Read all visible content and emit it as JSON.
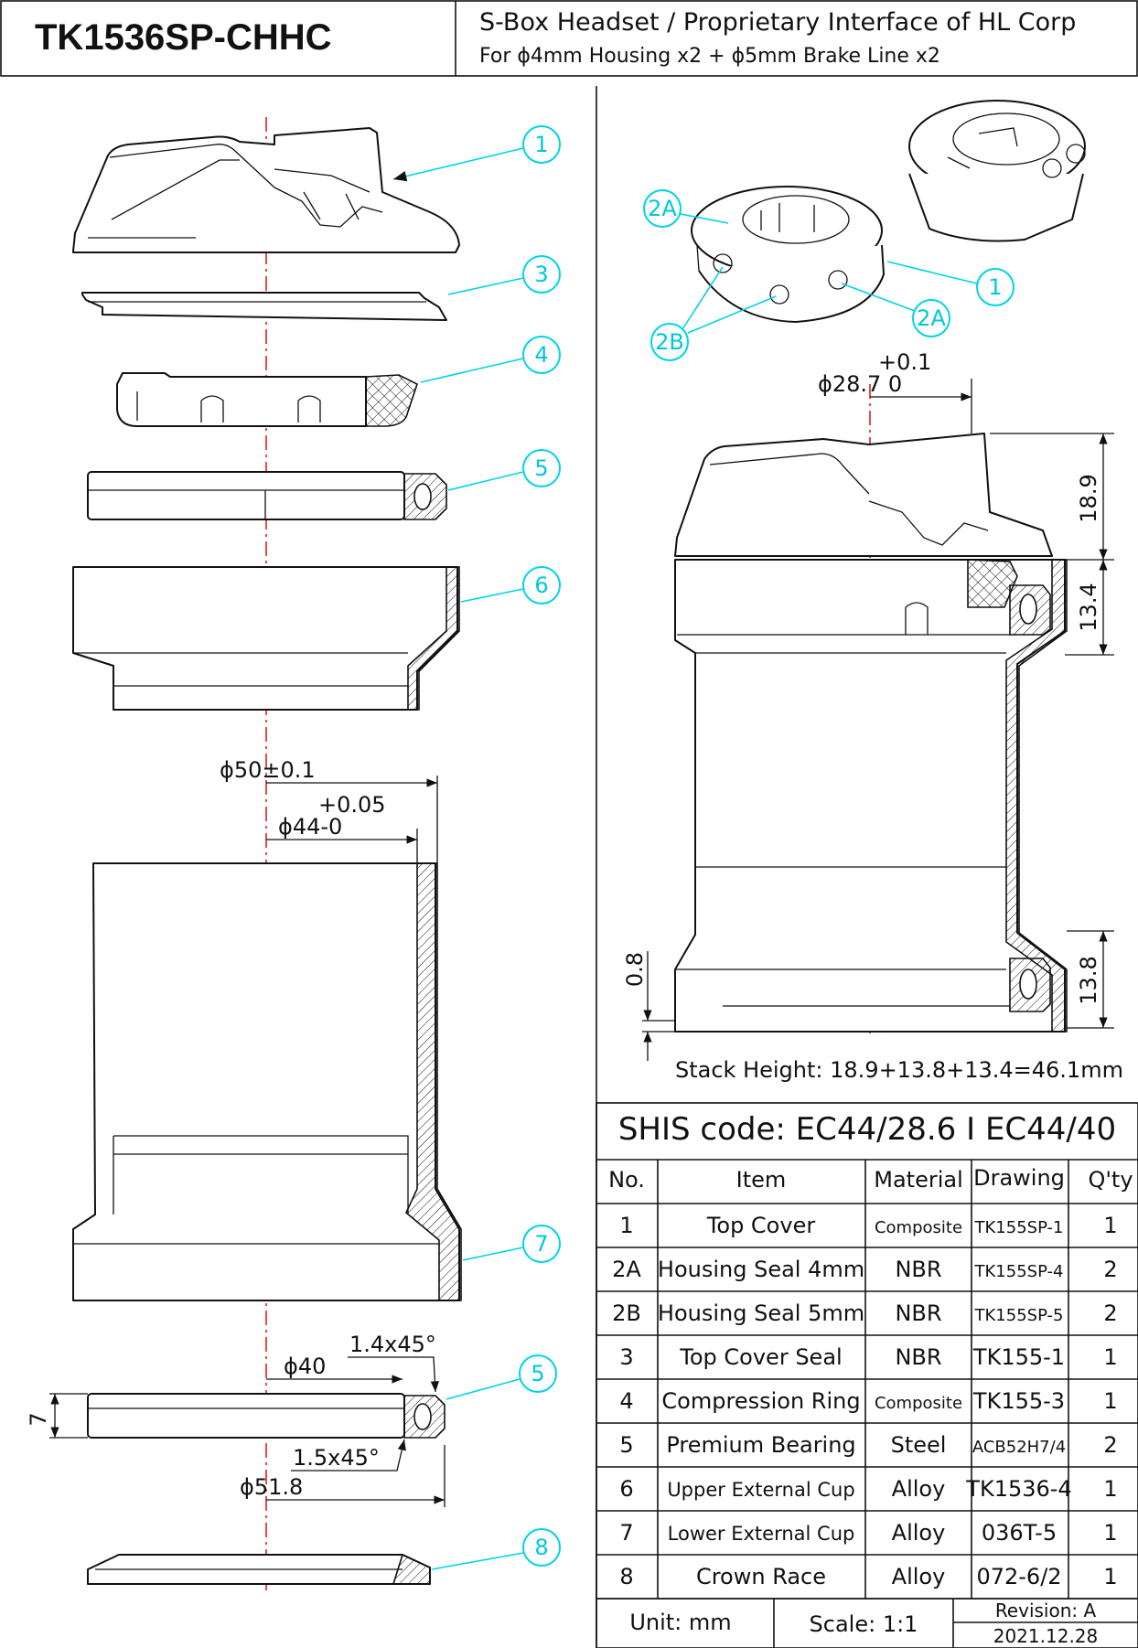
{
  "title_block": {
    "part_number": "TK1536SP-CHHC",
    "title": "S-Box Headset / Proprietary Interface of HL Corp",
    "subtitle": "For ϕ4mm Housing x2 + ϕ5mm Brake Line x2"
  },
  "balloons": {
    "b1": "1",
    "b3": "3",
    "b4": "4",
    "b5": "5",
    "b6": "6",
    "b7": "7",
    "b5b": "5",
    "b8": "8",
    "iso_1": "1",
    "iso_2A_top": "2A",
    "iso_2A_bottom": "2A",
    "iso_2B": "2B"
  },
  "dimensions": {
    "d50": "ϕ50±0.1",
    "d44_tol": "+0.05",
    "d44": "ϕ44-0",
    "chamfer_top": "1.4x45°",
    "d40": "ϕ40",
    "height7": "7",
    "chamfer_bottom": "1.5x45°",
    "d51_8": "ϕ51.8",
    "d28_7_tol": "+0.1",
    "d28_7": "ϕ28.7 0",
    "h18_9": "18.9",
    "h13_4": "13.4",
    "h13_8": "13.8",
    "h0_8": "0.8",
    "stack_height": "Stack Height: 18.9+13.8+13.4=46.1mm"
  },
  "bom": {
    "shis_code": "SHIS code: EC44/28.6 I EC44/40",
    "headers": {
      "no": "No.",
      "item": "Item",
      "material": "Material",
      "drawing": "Drawing",
      "qty": "Q'ty"
    },
    "rows": [
      {
        "no": "1",
        "item": "Top Cover",
        "material": "Composite",
        "drawing": "TK155SP-1",
        "qty": "1"
      },
      {
        "no": "2A",
        "item": "Housing Seal 4mm",
        "material": "NBR",
        "drawing": "TK155SP-4",
        "qty": "2"
      },
      {
        "no": "2B",
        "item": "Housing Seal 5mm",
        "material": "NBR",
        "drawing": "TK155SP-5",
        "qty": "2"
      },
      {
        "no": "3",
        "item": "Top Cover Seal",
        "material": "NBR",
        "drawing": "TK155-1",
        "qty": "1"
      },
      {
        "no": "4",
        "item": "Compression Ring",
        "material": "Composite",
        "drawing": "TK155-3",
        "qty": "1"
      },
      {
        "no": "5",
        "item": "Premium Bearing",
        "material": "Steel",
        "drawing": "ACB52H7/4",
        "qty": "2"
      },
      {
        "no": "6",
        "item": "Upper External Cup",
        "material": "Alloy",
        "drawing": "TK1536-4",
        "qty": "1"
      },
      {
        "no": "7",
        "item": "Lower External Cup",
        "material": "Alloy",
        "drawing": "036T-5",
        "qty": "1"
      },
      {
        "no": "8",
        "item": "Crown Race",
        "material": "Alloy",
        "drawing": "072-6/2",
        "qty": "1"
      }
    ],
    "footer": {
      "unit": "Unit: mm",
      "scale": "Scale: 1:1",
      "revision": "Revision: A",
      "date": "2021.12.28"
    }
  }
}
